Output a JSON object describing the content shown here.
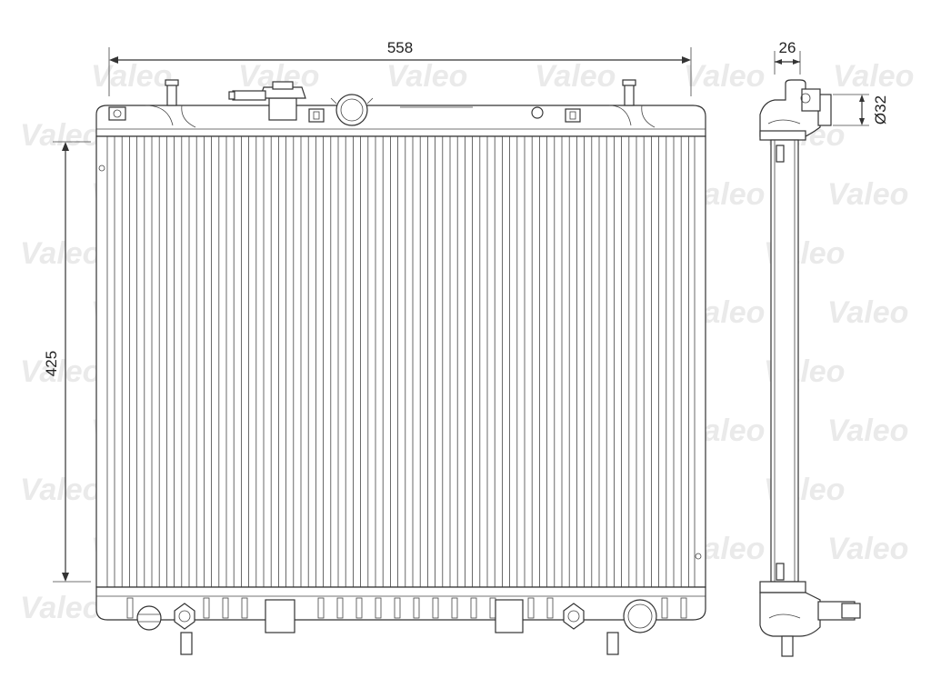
{
  "watermark": {
    "brand": "Valeo",
    "color": "#e4e4e4"
  },
  "dimensions": {
    "width": {
      "value": 558,
      "label": "558"
    },
    "height": {
      "value": 425,
      "label": "425"
    },
    "thickness": {
      "value": 26,
      "label": "26"
    },
    "pipe_diameter": {
      "value": 32,
      "label": "Ø32"
    }
  },
  "colors": {
    "line": "#333333",
    "background": "#ffffff"
  }
}
